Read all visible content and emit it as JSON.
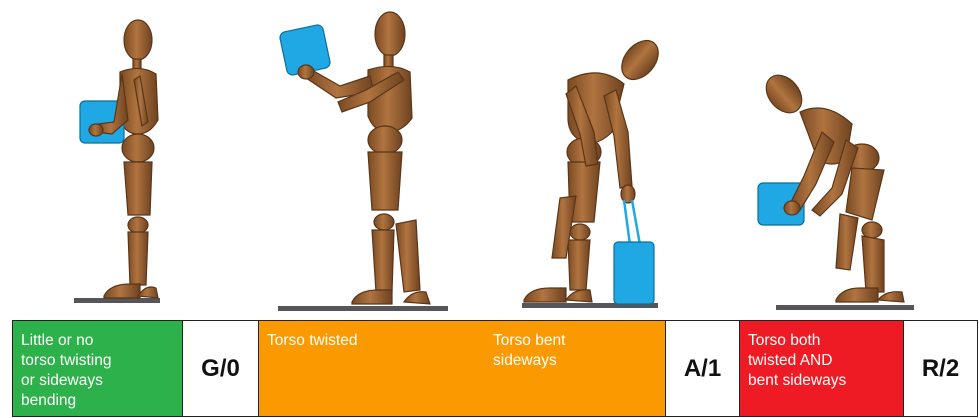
{
  "colors": {
    "green": "#2db14a",
    "orange": "#fb9a00",
    "red": "#ef1b24",
    "skin": "#a56a36",
    "skin_dark": "#6e4220",
    "box": "#1fa8e4",
    "ground": "#55555a"
  },
  "figures": [
    {
      "pose": "upright-holding-box-at-side",
      "rating": "G/0"
    },
    {
      "pose": "twisted-holding-box-up",
      "rating": "A/1"
    },
    {
      "pose": "bent-sideways-carrying-case",
      "rating": "A/1"
    },
    {
      "pose": "twisted-and-bent-holding-box",
      "rating": "R/2"
    }
  ],
  "categories": [
    {
      "label": "Little or no torso twisting or sideways bending",
      "lines": [
        "Little or no",
        "torso twisting",
        "or sideways",
        "bending"
      ],
      "color": "green",
      "score": "G/0"
    },
    {
      "label": "Torso twisted",
      "lines": [
        "Torso twisted"
      ],
      "color": "orange"
    },
    {
      "label": "Torso bent sideways",
      "lines": [
        "Torso bent",
        "sideways"
      ],
      "color": "orange",
      "score": "A/1"
    },
    {
      "label": "Torso both twisted AND bent sideways",
      "lines": [
        "Torso both",
        "twisted AND",
        "bent sideways"
      ],
      "color": "red",
      "score": "R/2"
    }
  ]
}
